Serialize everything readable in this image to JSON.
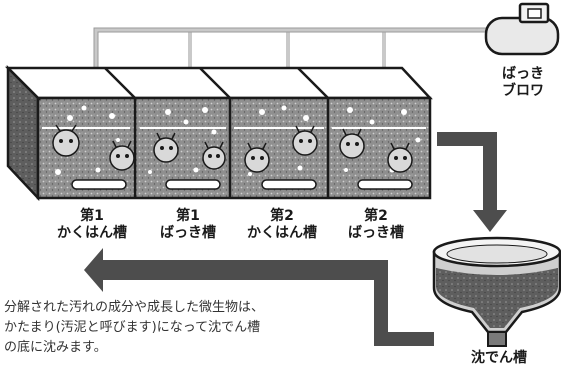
{
  "tanks": [
    {
      "line1": "第1",
      "line2": "かくはん槽"
    },
    {
      "line1": "第1",
      "line2": "ばっき槽"
    },
    {
      "line1": "第2",
      "line2": "かくはん槽"
    },
    {
      "line1": "第2",
      "line2": "ばっき槽"
    }
  ],
  "blower": {
    "line1": "ばっき",
    "line2": "ブロワ"
  },
  "settling_tank": {
    "label": "沈でん槽"
  },
  "caption": {
    "line1": "分解された汚れの成分や成長した微生物は、",
    "line2": "かたまり(汚泥と呼びます)になって沈でん槽",
    "line3": "の底に沈みます。"
  },
  "colors": {
    "water": "#8f8f8f",
    "arrow": "#4d4d4d",
    "pipe": "#c9c9c9",
    "outline": "#1a1a1a"
  }
}
